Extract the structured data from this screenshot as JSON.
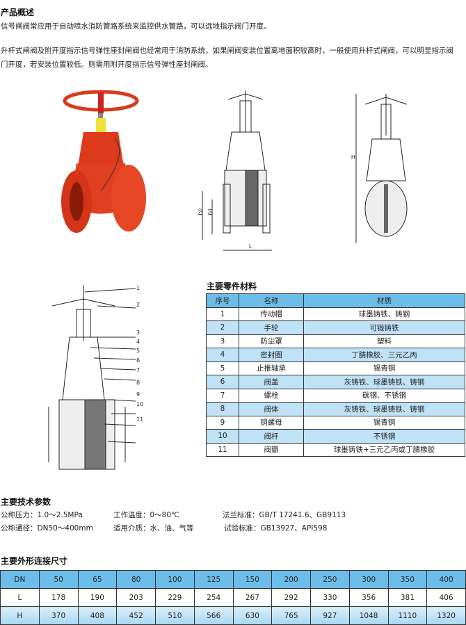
{
  "overview": {
    "title": "产品概述",
    "p1": "信号闸阀常应用于自动喷水消防管路系统来监控供水管路，可以远地指示阀门开度。",
    "p2a": "升杆式闸阀及附开度指示信号弹性座封闸阀也经常用于消防系统，如果闸阀安装位置离地面积较高时，一般使用升杆式闸阀，可以明显指示阀",
    "p2b": "门开度，若安装位置较低。则需用附开度指示信号弹性座封闸阀。"
  },
  "drawing_labels": {
    "d1": "D1",
    "d2": "D2",
    "l": "L",
    "h": "H",
    "callouts": [
      "1",
      "2",
      "3",
      "4",
      "5",
      "6",
      "7",
      "8",
      "9",
      "10",
      "11"
    ]
  },
  "parts": {
    "title": "主要零件材料",
    "headers": [
      "序号",
      "名称",
      "材质"
    ],
    "rows": [
      [
        "1",
        "传动帽",
        "球墨铸铁、铸钢"
      ],
      [
        "2",
        "手轮",
        "可锻铸铁"
      ],
      [
        "3",
        "防尘罩",
        "塑料"
      ],
      [
        "4",
        "密封圈",
        "丁腈橡胶、三元乙丙"
      ],
      [
        "5",
        "止推轴承",
        "锡青铜"
      ],
      [
        "6",
        "阀盖",
        "灰铸铁、球墨铸铁、铸钢"
      ],
      [
        "7",
        "螺栓",
        "碳钢、不锈钢"
      ],
      [
        "8",
        "阀体",
        "灰铸铁、球墨铸铁、铸钢"
      ],
      [
        "9",
        "铜螺母",
        "锡青铜"
      ],
      [
        "10",
        "阀杆",
        "不锈钢"
      ],
      [
        "11",
        "阀瓣",
        "球墨铸铁+三元乙丙或丁腈橡胶"
      ]
    ]
  },
  "tech": {
    "title": "主要技术参数",
    "items": [
      "公称压力：1.0～2.5MPa",
      "工作温度：0～80℃",
      "法兰标准：GB/T 17241.6、GB9113",
      "公称通径：DN50～400mm",
      "适用介质：水、油、气等",
      "试验标准：GB13927、API598"
    ]
  },
  "dims": {
    "title": "主要外形连接尺寸",
    "rows": [
      [
        "DN",
        "50",
        "65",
        "80",
        "100",
        "125",
        "150",
        "200",
        "250",
        "300",
        "350",
        "400"
      ],
      [
        "L",
        "178",
        "190",
        "203",
        "229",
        "254",
        "267",
        "292",
        "330",
        "356",
        "381",
        "406"
      ],
      [
        "H",
        "370",
        "408",
        "452",
        "510",
        "566",
        "630",
        "765",
        "927",
        "1048",
        "1110",
        "1320"
      ]
    ]
  }
}
